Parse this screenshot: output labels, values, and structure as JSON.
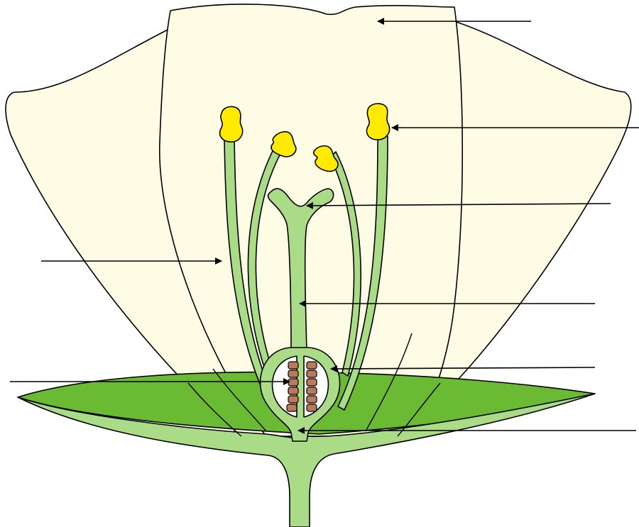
{
  "diagram": {
    "labels": [],
    "colors": {
      "petal": "#fefce4",
      "sepal": "#6abb33",
      "stem": "#aadc88",
      "anther": "#ffea00",
      "ovule": "#bb7a5a",
      "outline": "#000000"
    },
    "leader_lines": [
      {
        "name": "petal-pointer",
        "target": "petal-icon"
      },
      {
        "name": "anther-pointer",
        "target": "anther-icon"
      },
      {
        "name": "stigma-pointer",
        "target": "stigma-icon"
      },
      {
        "name": "filament-pointer",
        "target": "filament-icon"
      },
      {
        "name": "style-pointer",
        "target": "style-icon"
      },
      {
        "name": "ovary-pointer",
        "target": "ovary-icon"
      },
      {
        "name": "ovule-pointer",
        "target": "ovule-icon"
      },
      {
        "name": "receptacle-pointer",
        "target": "receptacle-icon"
      }
    ]
  }
}
